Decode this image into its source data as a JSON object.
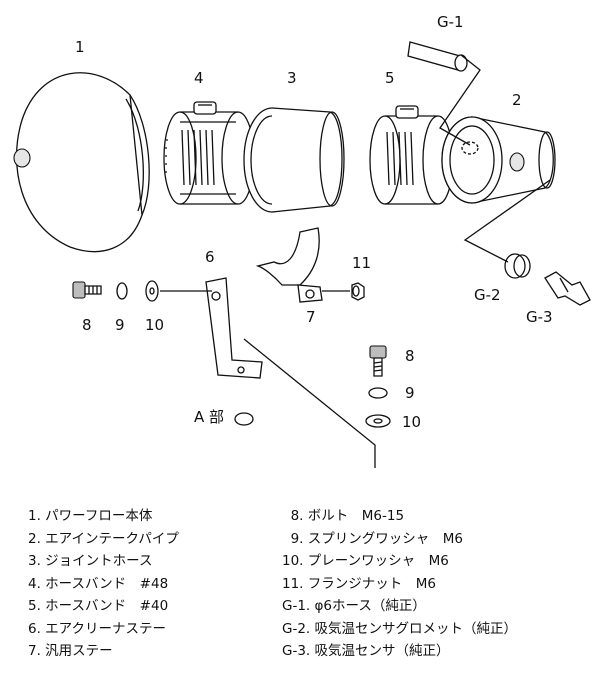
{
  "callouts": {
    "c1": "1",
    "c2": "2",
    "c3": "3",
    "c4": "4",
    "c5": "5",
    "c6": "6",
    "c7": "7",
    "c8a": "8",
    "c9a": "9",
    "c10a": "10",
    "c11": "11",
    "c8b": "8",
    "c9b": "9",
    "c10b": "10",
    "g1": "G-1",
    "g2": "G-2",
    "g3": "G-3",
    "a_part": "A 部"
  },
  "parts_left": [
    "1. パワーフロー本体",
    "2. エアインテークパイプ",
    "3. ジョイントホース",
    "4. ホースバンド　#48",
    "5. ホースバンド　#40",
    "6. エアクリーナステー",
    "7. 汎用ステー"
  ],
  "parts_right": [
    "  8. ボルト　M6-15",
    "  9. スプリングワッシャ　M6",
    "10. プレーンワッシャ　M6",
    "11. フランジナット　M6",
    "G-1. φ6ホース（純正）",
    "G-2. 吸気温センサグロメット（純正）",
    "G-3. 吸気温センサ（純正）"
  ]
}
